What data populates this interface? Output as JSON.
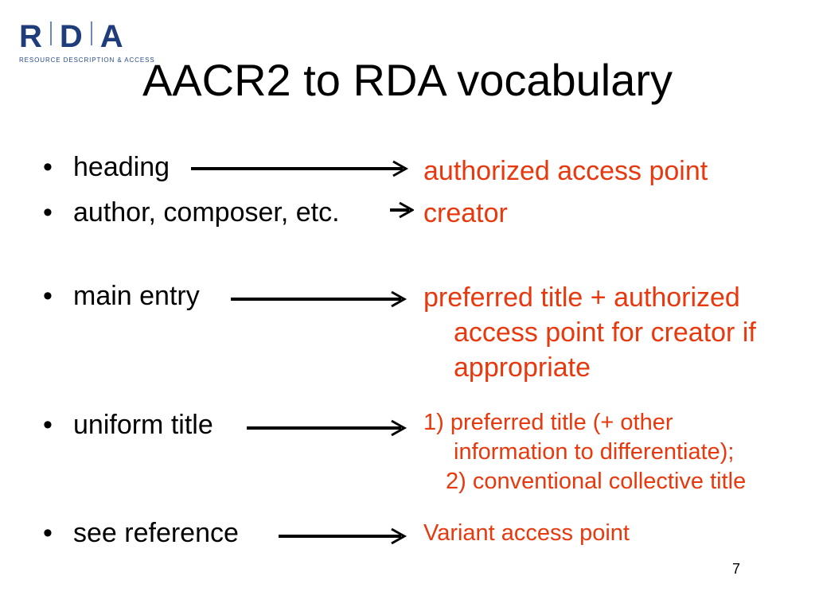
{
  "logo": {
    "letters": [
      "R",
      "D",
      "A"
    ],
    "tagline": "RESOURCE DESCRIPTION & ACCESS",
    "color": "#1f3d7a"
  },
  "title": "AACR2 to RDA vocabulary",
  "rows": [
    {
      "term": "heading",
      "target": [
        "authorized access point"
      ]
    },
    {
      "term": "author, composer, etc.",
      "target": [
        "creator"
      ]
    },
    {
      "term": "main entry",
      "target": [
        "preferred title + authorized",
        "access point for creator if",
        "appropriate"
      ]
    },
    {
      "term": "uniform title",
      "target": [
        "1) preferred title (+ other",
        "information to differentiate);",
        "2) conventional collective title"
      ]
    },
    {
      "term": "see reference",
      "target": [
        "Variant access point"
      ]
    }
  ],
  "bullet_char": "•",
  "page_number": "7",
  "colors": {
    "target_text": "#e8380d",
    "body_text": "#000000"
  }
}
